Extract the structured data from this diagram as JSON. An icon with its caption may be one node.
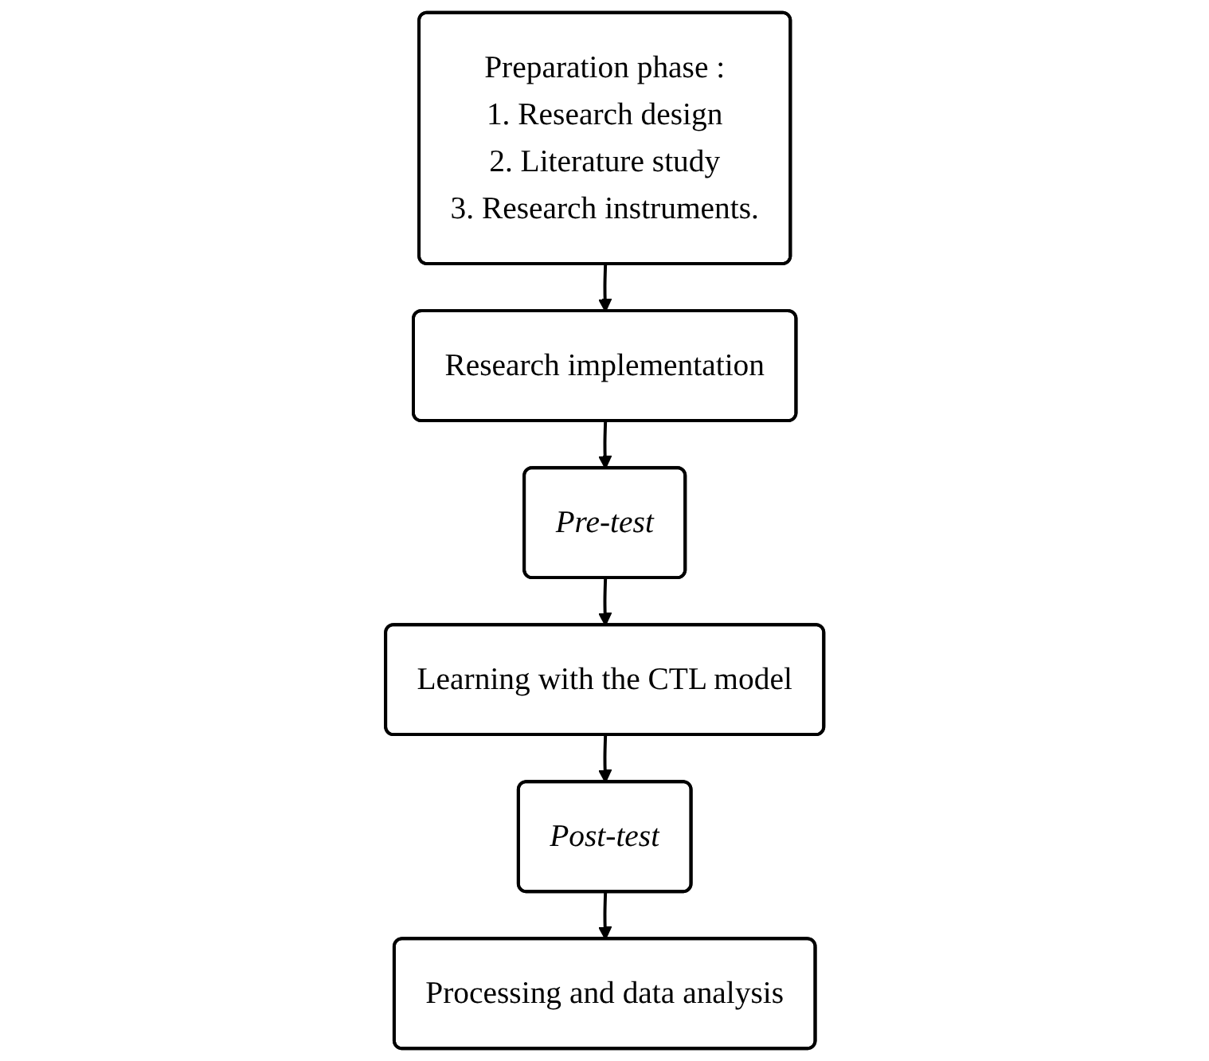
{
  "diagram": {
    "nodes": [
      {
        "text": [
          "Preparation phase :",
          "1. Research design",
          "2. Literature study",
          "3. Research instruments."
        ]
      },
      {
        "text": [
          "Research implementation"
        ]
      },
      {
        "text": [
          "Pre-test"
        ]
      },
      {
        "text": [
          "Learning with the CTL model"
        ]
      },
      {
        "text": [
          "Post-test"
        ]
      },
      {
        "text": [
          "Processing and data analysis"
        ]
      }
    ],
    "edges": [
      {
        "from": 0,
        "to": 1,
        "arrow": "to"
      },
      {
        "from": 1,
        "to": 2,
        "arrow": "to"
      },
      {
        "from": 2,
        "to": 3,
        "arrow": "to"
      },
      {
        "from": 3,
        "to": 4,
        "arrow": "to"
      },
      {
        "from": 4,
        "to": 5,
        "arrow": "to"
      }
    ]
  }
}
